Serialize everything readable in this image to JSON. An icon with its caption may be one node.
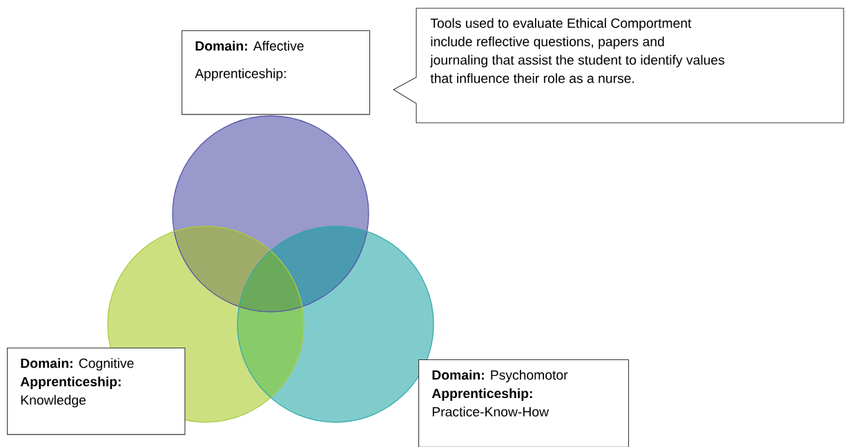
{
  "diagram": {
    "nodes": [
      {
        "text": [
          "**Domain:** Affective",
          "Apprenticeship:"
        ]
      },
      {
        "text": [
          "Tools used to evaluate Ethical Comportment include reflective questions, papers and journaling that assist the student to identify values that influence their role as a nurse."
        ]
      },
      {
        "text": [],
        "shape": "circle"
      },
      {
        "text": [],
        "shape": "circle"
      },
      {
        "text": [],
        "shape": "circle"
      },
      {
        "text": [
          "**Domain:** Cognitive",
          "**Apprenticeship:** Knowledge"
        ]
      },
      {
        "text": [
          "**Domain:** Psychomotor",
          "**Apprenticeship:** Practice-Know-How"
        ]
      }
    ]
  }
}
